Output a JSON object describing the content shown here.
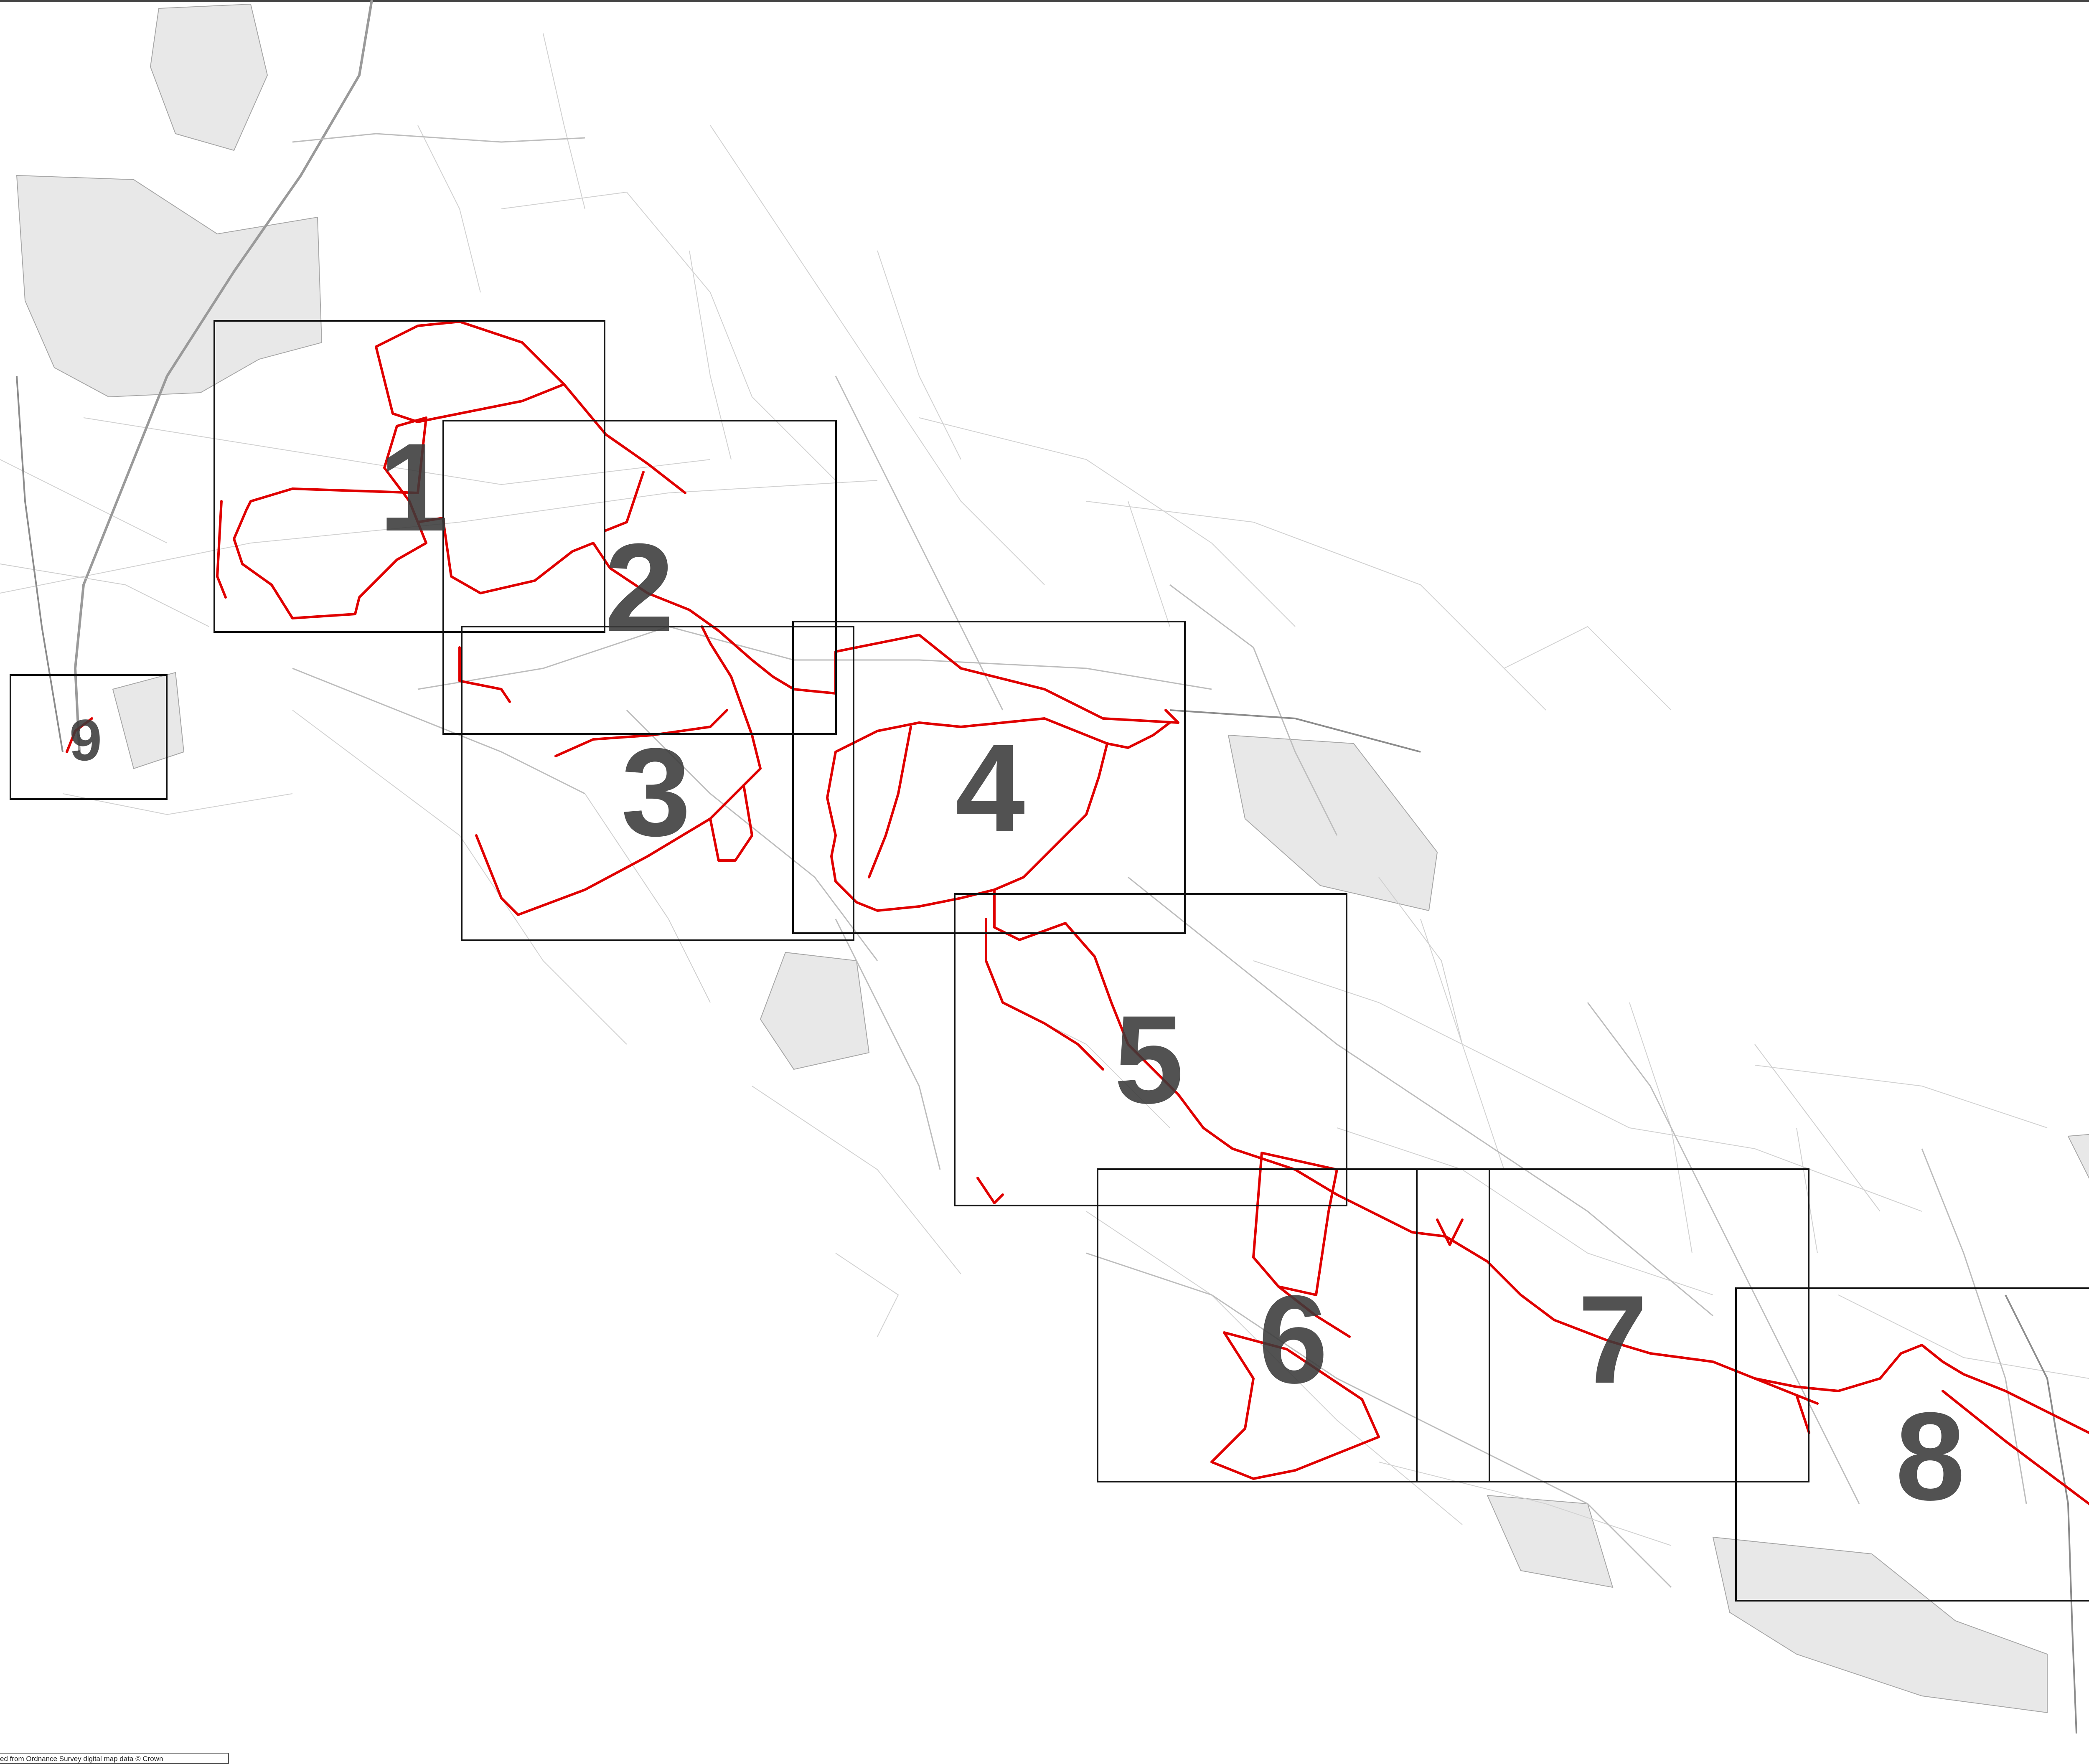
{
  "map": {
    "sheets": [
      {
        "label": "1"
      },
      {
        "label": "2"
      },
      {
        "label": "3"
      },
      {
        "label": "4"
      },
      {
        "label": "5"
      },
      {
        "label": "6"
      },
      {
        "label": "7"
      },
      {
        "label": "8"
      },
      {
        "label": "9"
      }
    ],
    "route_color": "#e00000",
    "sheet_border_color": "#111111",
    "basemap_color": "#bdbdbd"
  },
  "attribution": {
    "text": "ed from Ordnance Survey digital map data © Crown"
  }
}
